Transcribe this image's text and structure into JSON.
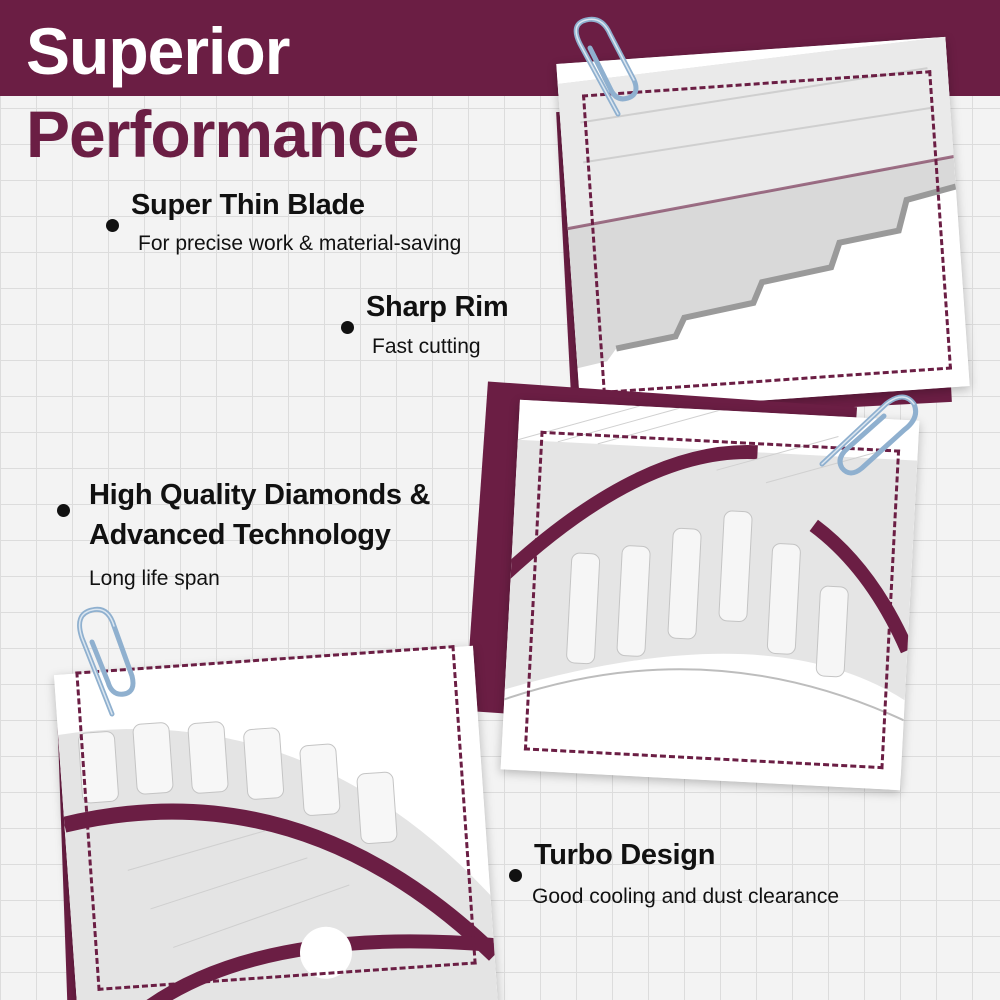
{
  "banner": {
    "title_line1": "Superior",
    "title_line2": "Performance"
  },
  "features": [
    {
      "title": "Super Thin Blade",
      "subtitle": "For precise work & material-saving"
    },
    {
      "title": "Sharp Rim",
      "subtitle": "Fast cutting"
    },
    {
      "title_line1": "High Quality Diamonds &",
      "title_line2": "Advanced Technology",
      "subtitle": "Long life span"
    },
    {
      "title": "Turbo Design",
      "subtitle": "Good cooling and dust clearance"
    }
  ],
  "photos": [
    {
      "subject": "blade-rim-closeup"
    },
    {
      "subject": "turbo-segment-closeup"
    },
    {
      "subject": "blade-arbor-closeup"
    }
  ],
  "colors": {
    "brand": "#6b1e44",
    "text": "#111111",
    "background": "#f3f3f3",
    "clip": "#8fb0cf"
  },
  "icons": {
    "clip": "paper-clip-icon",
    "bullet": "bullet-dot-icon"
  }
}
